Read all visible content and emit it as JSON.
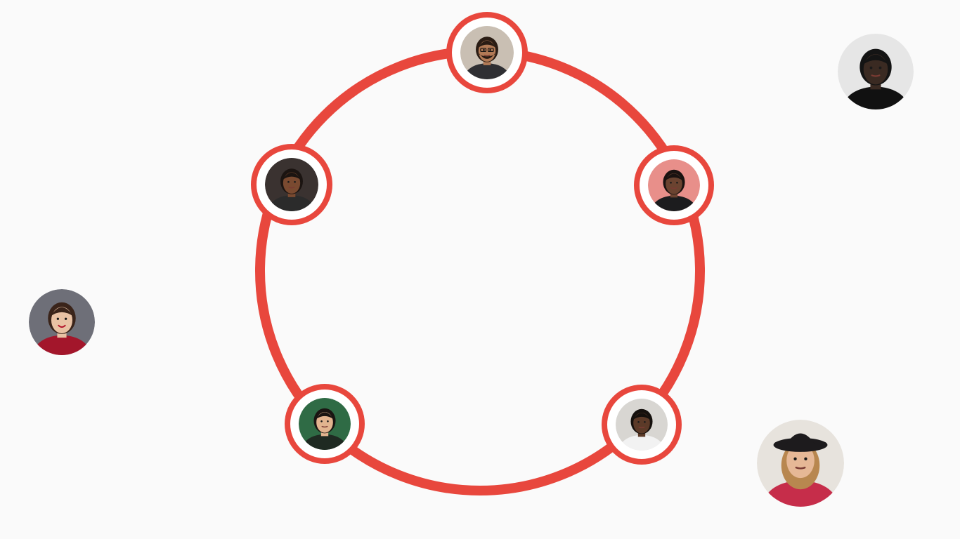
{
  "ring": {
    "color": "#e8473d"
  },
  "ring_members": [
    {
      "name": "member-top",
      "icon": "person-avatar-icon",
      "skin": "#b27a56",
      "hair": "#2a1c14",
      "shirt": "#2f2f33",
      "bg": "#c9bfb3",
      "accessory": "glasses-beard"
    },
    {
      "name": "member-upper-right",
      "icon": "person-avatar-icon",
      "skin": "#6b4330",
      "hair": "#1a1210",
      "shirt": "#1c1c1e",
      "bg": "#e88f8a",
      "accessory": "none"
    },
    {
      "name": "member-lower-right",
      "icon": "person-avatar-icon",
      "skin": "#5c3a28",
      "hair": "#15100d",
      "shirt": "#f2f2f2",
      "bg": "#d8d6d2",
      "accessory": "none"
    },
    {
      "name": "member-lower-left",
      "icon": "person-avatar-icon",
      "skin": "#e2b48f",
      "hair": "#1a1512",
      "shirt": "#1f2a22",
      "bg": "#2f6b45",
      "accessory": "none"
    },
    {
      "name": "member-upper-left",
      "icon": "person-avatar-icon",
      "skin": "#7a4a30",
      "hair": "#1b1411",
      "shirt": "#2b2b2b",
      "bg": "#3a3230",
      "accessory": "none"
    }
  ],
  "outside_members": [
    {
      "name": "outsider-top-right",
      "icon": "person-avatar-icon",
      "skin": "#3a2a22",
      "hair": "#141414",
      "shirt": "#111111",
      "bg": "#e6e6e6",
      "accessory": "none"
    },
    {
      "name": "outsider-left",
      "icon": "person-avatar-icon",
      "skin": "#e9c2a4",
      "hair": "#3a241a",
      "shirt": "#a3162b",
      "bg": "#6e6f78",
      "accessory": "smile"
    },
    {
      "name": "outsider-bottom-right",
      "icon": "person-avatar-icon",
      "skin": "#e6b896",
      "hair": "#b8874f",
      "shirt": "#c62d4a",
      "bg": "#e7e3dd",
      "accessory": "hat"
    }
  ]
}
